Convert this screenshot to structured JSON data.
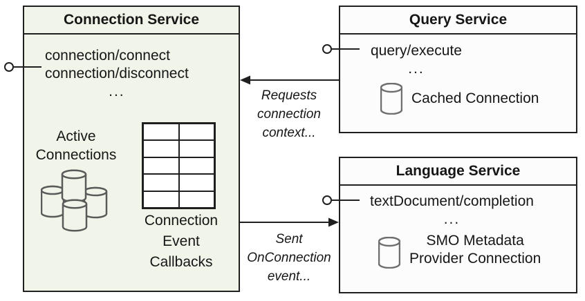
{
  "connection_service": {
    "title": "Connection Service",
    "method_1": "connection/connect",
    "method_2": "connection/disconnect",
    "ellipsis": "...",
    "active_connections_line1": "Active",
    "active_connections_line2": "Connections",
    "callbacks_line1": "Connection",
    "callbacks_line2": "Event",
    "callbacks_line3": "Callbacks"
  },
  "query_service": {
    "title": "Query Service",
    "method_1": "query/execute",
    "ellipsis": "...",
    "cached_connection_label": "Cached Connection"
  },
  "language_service": {
    "title": "Language Service",
    "method_1": "textDocument/completion",
    "ellipsis": "...",
    "smo_line1": "SMO Metadata",
    "smo_line2": "Provider Connection"
  },
  "arrows": {
    "requests_line1": "Requests",
    "requests_line2": "connection",
    "requests_line3": "context...",
    "sent_line1": "Sent",
    "sent_line2": "OnConnection",
    "sent_line3": "event..."
  },
  "colors": {
    "connection_box_fill": "#f1f4e8",
    "service_box_fill": "#fcfcfc",
    "border_color": "#1f1f1f",
    "cluster_stroke": "#5a5a5a",
    "db_stroke": "#6e6e6e"
  }
}
